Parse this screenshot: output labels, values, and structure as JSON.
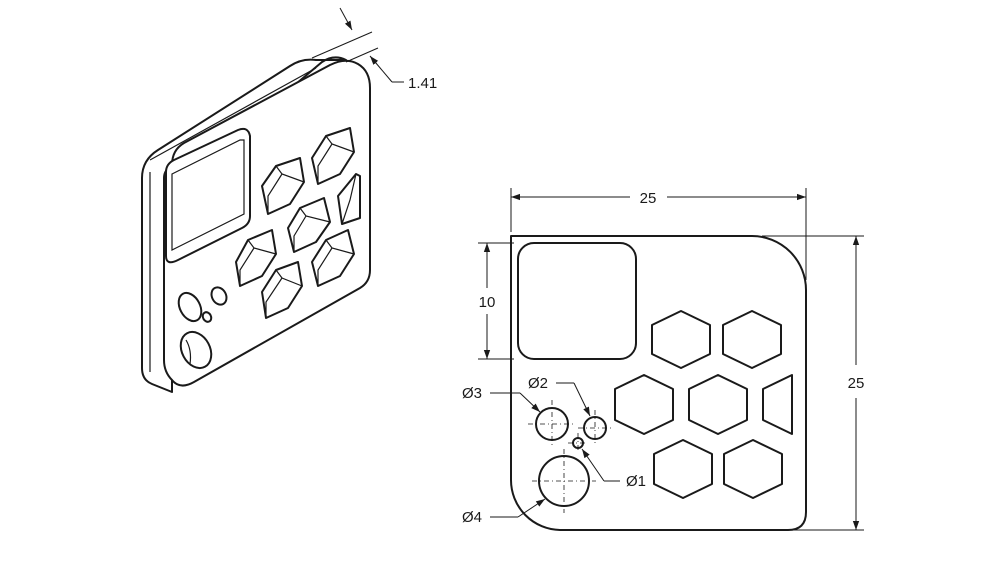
{
  "iso_view": {
    "thickness_label": "1.41"
  },
  "front_view": {
    "width_label": "25",
    "height_label": "25",
    "square_label": "10",
    "holes": {
      "d1": "Ø1",
      "d2": "Ø2",
      "d3": "Ø3",
      "d4": "Ø4"
    }
  },
  "colors": {
    "line": "#1a1a1a",
    "background": "#ffffff"
  }
}
